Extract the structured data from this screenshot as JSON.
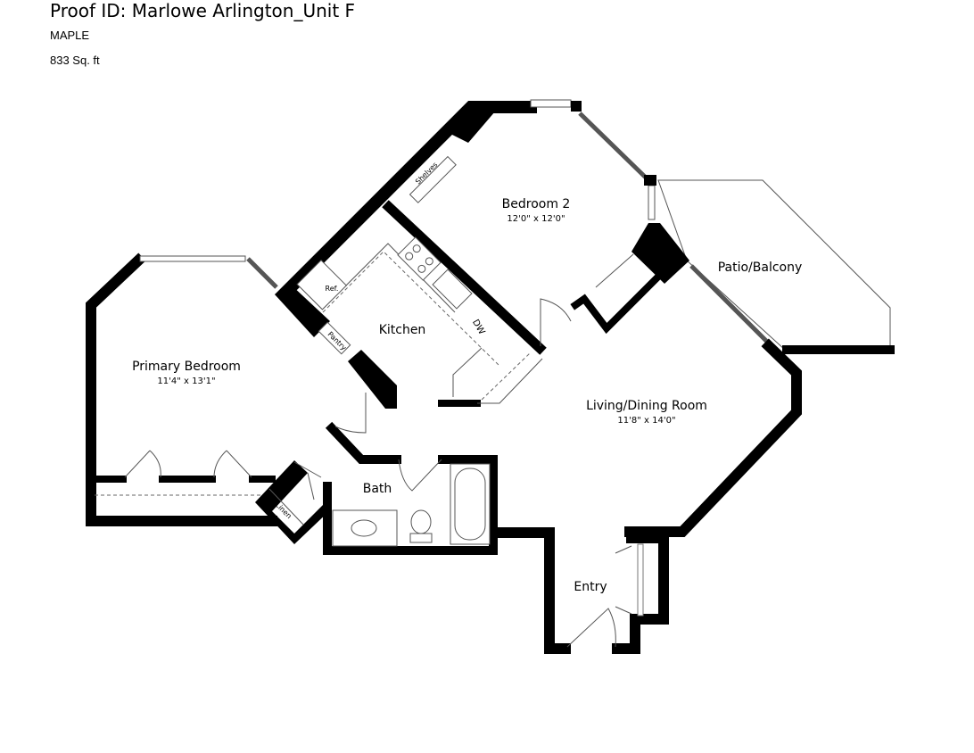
{
  "header": {
    "title": "Proof ID: Marlowe Arlington_Unit F",
    "plan_name": "MAPLE",
    "area": "833 Sq. ft"
  },
  "rooms": {
    "primary_bedroom": {
      "label": "Primary Bedroom",
      "dims": "11'4\" x 13'1\""
    },
    "bedroom2": {
      "label": "Bedroom 2",
      "dims": "12'0\" x 12'0\""
    },
    "kitchen": {
      "label": "Kitchen"
    },
    "living": {
      "label": "Living/Dining Room",
      "dims": "11'8\" x 14'0\""
    },
    "patio": {
      "label": "Patio/Balcony"
    },
    "bath": {
      "label": "Bath"
    },
    "entry": {
      "label": "Entry"
    }
  },
  "fixtures": {
    "ref": "Ref.",
    "pantry": "Pantry",
    "dw": "DW",
    "shelves": "Shelves",
    "linen": "Linen"
  }
}
